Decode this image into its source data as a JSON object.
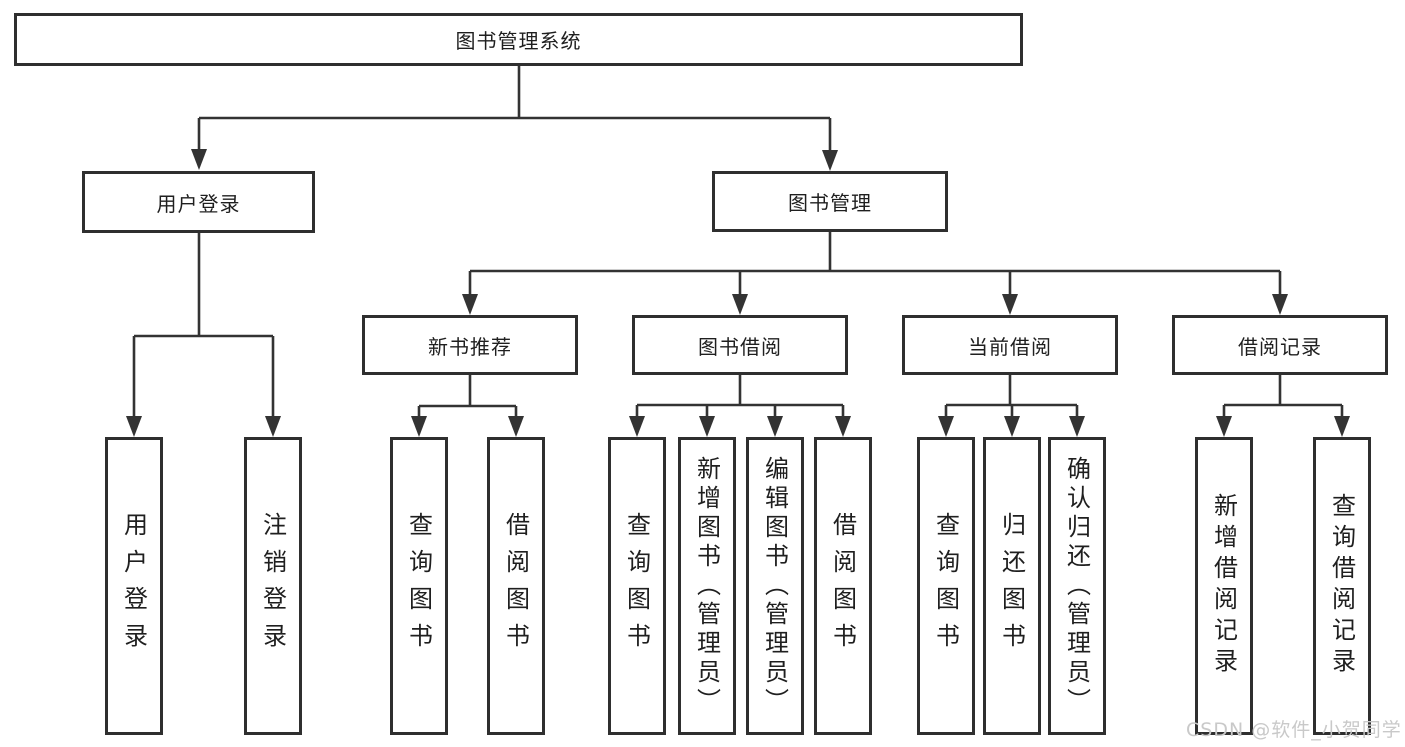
{
  "tree": {
    "label": "图书管理系统",
    "children": [
      {
        "label": "用户登录",
        "children": [
          {
            "label": "用户登录"
          },
          {
            "label": "注销登录"
          }
        ]
      },
      {
        "label": "图书管理",
        "children": [
          {
            "label": "新书推荐",
            "children": [
              {
                "label": "查询图书"
              },
              {
                "label": "借阅图书"
              }
            ]
          },
          {
            "label": "图书借阅",
            "children": [
              {
                "label": "查询图书"
              },
              {
                "label": "新增图书（管理员）"
              },
              {
                "label": "编辑图书（管理员）"
              },
              {
                "label": "借阅图书"
              }
            ]
          },
          {
            "label": "当前借阅",
            "children": [
              {
                "label": "查询图书"
              },
              {
                "label": "归还图书"
              },
              {
                "label": "确认归还（管理员）"
              }
            ]
          },
          {
            "label": "借阅记录",
            "children": [
              {
                "label": "新增借阅记录"
              },
              {
                "label": "查询借阅记录"
              }
            ]
          }
        ]
      }
    ]
  },
  "watermark": {
    "text": "CSDN @软件_小贺同学"
  },
  "colors": {
    "line": "#333333",
    "border": "#2f2f2f",
    "text": "#1f1f1f",
    "background": "#ffffff",
    "watermark": "#c9c9c9"
  }
}
